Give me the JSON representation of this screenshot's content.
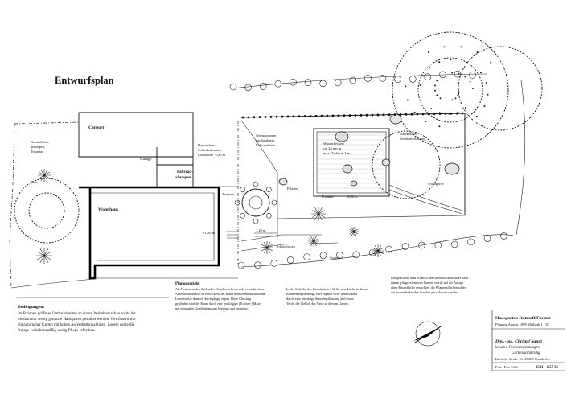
{
  "title": "Entwurfsplan",
  "plan_labels": {
    "carport": "Carport",
    "garage": "Garage",
    "bike_shed": [
      "Fahrrad-",
      "schuppen"
    ],
    "house": "Wohnhaus",
    "paving_note": [
      "Betonpflaster,",
      "gerumpelt,",
      "Traumtau"
    ],
    "brook": "Bach",
    "screen_wall": [
      "Hausrücken-",
      "Sichtschutzwand,",
      "Cottonpose ~0,45 m"
    ],
    "stone_setting": [
      "Steinsetzungen",
      "aus Sandstein",
      "Kalksandstein"
    ],
    "pond": [
      "Wasserbecken",
      "ca. 24 qm m",
      "max. Tiefe ca. 1 m"
    ],
    "perennials": [
      "Staudenbeete",
      "Steinbeetpflanzung"
    ],
    "terrace": "Terrasse",
    "paving": "Pflaster",
    "fountain": "Fontäne",
    "distance": "6,00 m",
    "reed": "Schilfgürtel",
    "level_house": "+1,20 m",
    "level_step": "1,20 m",
    "gravel_lawn": "Schotterrasen",
    "shrub": "Strauch"
  },
  "notes": {
    "conditions": {
      "heading": "Bedingungen:",
      "lines": [
        "Im Rahmen größerer Umbauarbeiten an einem Wohnhausanbau sollte der",
        "bis dato nur wenig genutzte Hausgarten gestaltet werden. Gewünscht war",
        "ein naturnaher Garten mit hohen Aufenthaltsqualitäten. Zudem sollte die",
        "Anlage verhältnismäßig wenig Pflege erfordern."
      ]
    },
    "goals": {
      "heading": "Planungsziele:",
      "lines": [
        "Als Pendant zu den fließenden Wohnbereichen wurde versucht einen",
        "Außenwohnbereich zu entwickeln, der seiner menschenmaßstäblichen",
        "Lebensweise dennoch durchgängig eignet. Diese Christing",
        "gegliedert wird der Raum durch eine großzügige (Trocken-) Mauer",
        "mit naturnaher Gehölzpflanzung begrenzt und bestimmt."
      ]
    },
    "south_corner": {
      "lines": [
        "In der Südecke des Grundstückes bleibt eine Lücke in dieser",
        "Rahmenbepflanzung. Hier ergänzt sich, symbolisiert",
        "durch eine lebendige Staudenpflanzung und einen",
        "Teich, die Vielfalt der Natur in diesem Garten."
      ]
    },
    "maintenance": {
      "lines": [
        "Entsprechend dem Wunsch der Grundstücksbesitzer nach",
        "einem pflegeextensiven Garten, wurde auf die Anlage",
        "einer Rasenfläche verzichtet, die Pflanzenflächen sollen",
        "mit bodendeckenden Stauden geschlossen werden."
      ]
    }
  },
  "title_block": {
    "project": "Hausgarten Rotthoff/Förster",
    "planning": "Planung August 1999   Maßstab 1 : 50",
    "designer": "Dipl.-Ing. Christof Sandt",
    "tagline": "kreative Freiraumplanungen",
    "tagline2": "Gartenausführung",
    "address": "Kreische Straße 13, 49 080 Osnabrück",
    "contact_label": "Fon / Fax / AB:",
    "phone": "0541 - 6 55 36"
  },
  "icons": {
    "north_arrow": "north-arrow-icon"
  }
}
